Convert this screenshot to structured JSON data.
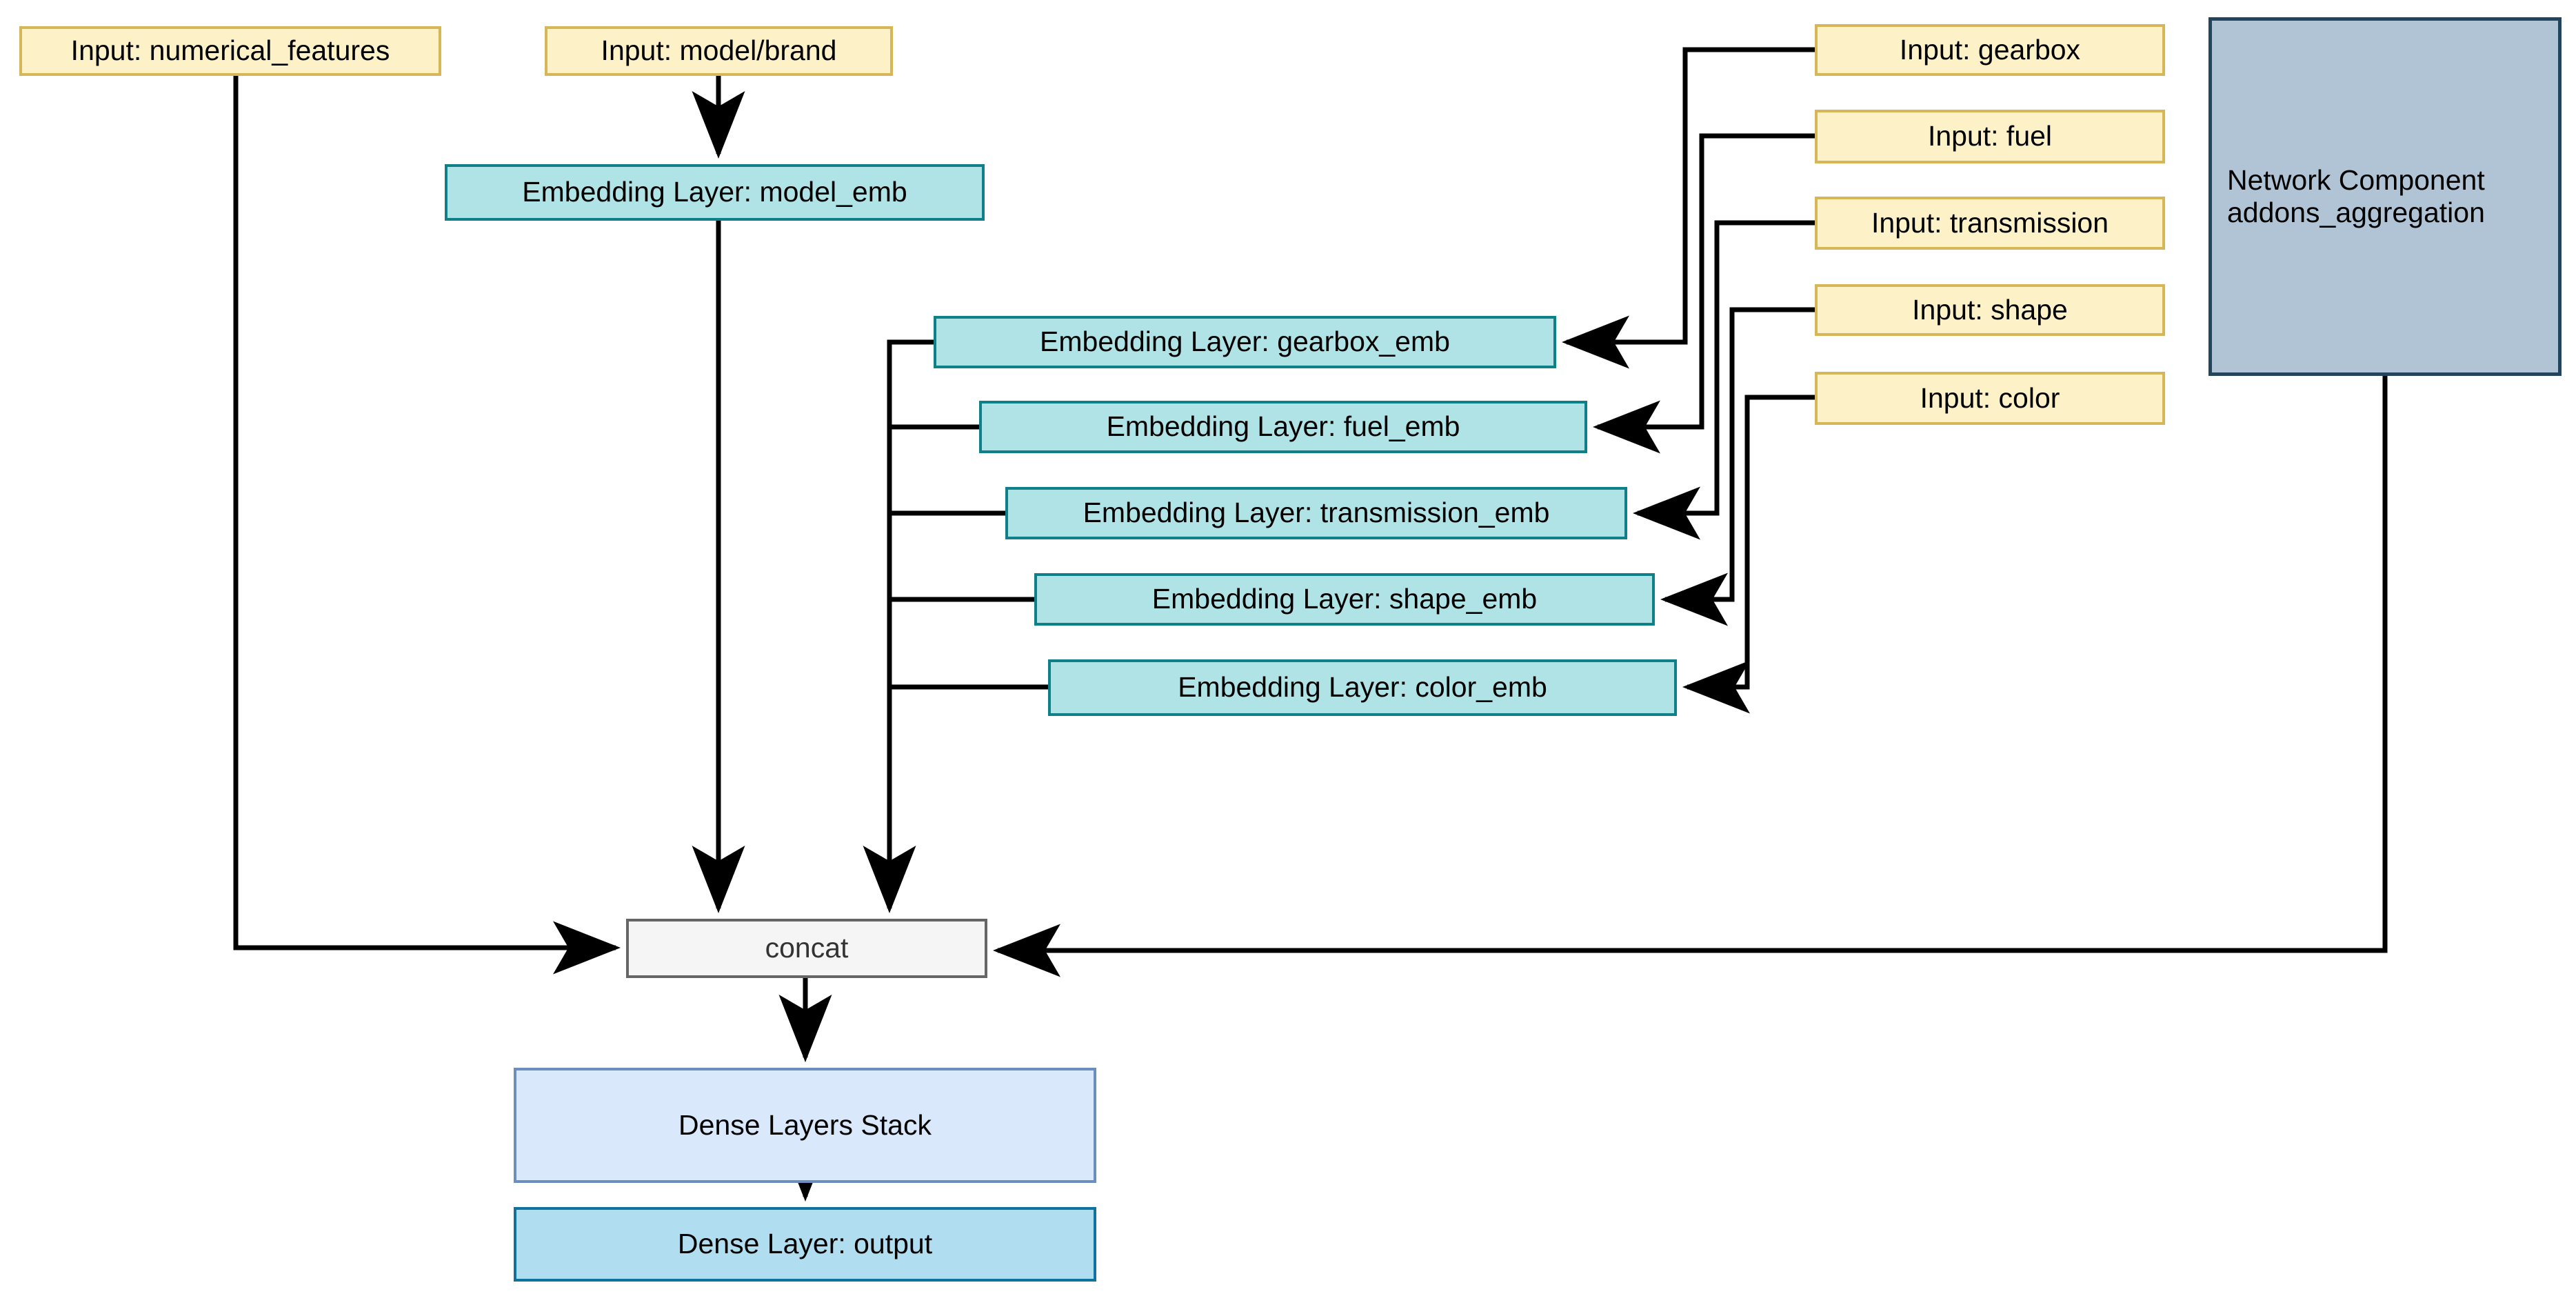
{
  "diagram": {
    "title": "Neural network architecture with categorical embeddings",
    "type": "flowchart",
    "colors": {
      "input_fill": "#FDF1C8",
      "input_stroke": "#D6B656",
      "embedding_fill": "#B0E3E6",
      "embedding_stroke": "#0E8088",
      "concat_fill": "#F5F5F5",
      "concat_stroke": "#666666",
      "stack_fill": "#DAE8FC",
      "stack_stroke": "#6C8EBF",
      "output_fill": "#B1DDF0",
      "output_stroke": "#10739E",
      "group_fill": "#B1C4D6",
      "group_stroke": "#23445D",
      "edge": "#000000"
    },
    "nodes": {
      "input_numerical": "Input: numerical_features",
      "input_model_brand": "Input: model/brand",
      "emb_model": "Embedding Layer: model_emb",
      "emb_gearbox": "Embedding Layer: gearbox_emb",
      "emb_fuel": "Embedding Layer: fuel_emb",
      "emb_transmission": "Embedding Layer: transmission_emb",
      "emb_shape": "Embedding Layer: shape_emb",
      "emb_color": "Embedding Layer: color_emb",
      "input_gearbox": "Input: gearbox",
      "input_fuel": "Input: fuel",
      "input_transmission": "Input: transmission",
      "input_shape": "Input: shape",
      "input_color": "Input: color",
      "group_line1": "Network Component",
      "group_line2": "addons_aggregation",
      "concat": "concat",
      "dense_stack": "Dense Layers Stack",
      "dense_output": "Dense Layer: output"
    },
    "edges": [
      {
        "from": "input_numerical",
        "to": "concat"
      },
      {
        "from": "input_model_brand",
        "to": "emb_model"
      },
      {
        "from": "emb_model",
        "to": "concat"
      },
      {
        "from": "input_gearbox",
        "to": "emb_gearbox"
      },
      {
        "from": "input_fuel",
        "to": "emb_fuel"
      },
      {
        "from": "input_transmission",
        "to": "emb_transmission"
      },
      {
        "from": "input_shape",
        "to": "emb_shape"
      },
      {
        "from": "input_color",
        "to": "emb_color"
      },
      {
        "from": "emb_gearbox",
        "to": "concat"
      },
      {
        "from": "emb_fuel",
        "to": "concat"
      },
      {
        "from": "emb_transmission",
        "to": "concat"
      },
      {
        "from": "emb_shape",
        "to": "concat"
      },
      {
        "from": "emb_color",
        "to": "concat"
      },
      {
        "from": "group_addons_aggregation",
        "to": "concat"
      },
      {
        "from": "concat",
        "to": "dense_stack"
      },
      {
        "from": "dense_stack",
        "to": "dense_output"
      }
    ]
  }
}
